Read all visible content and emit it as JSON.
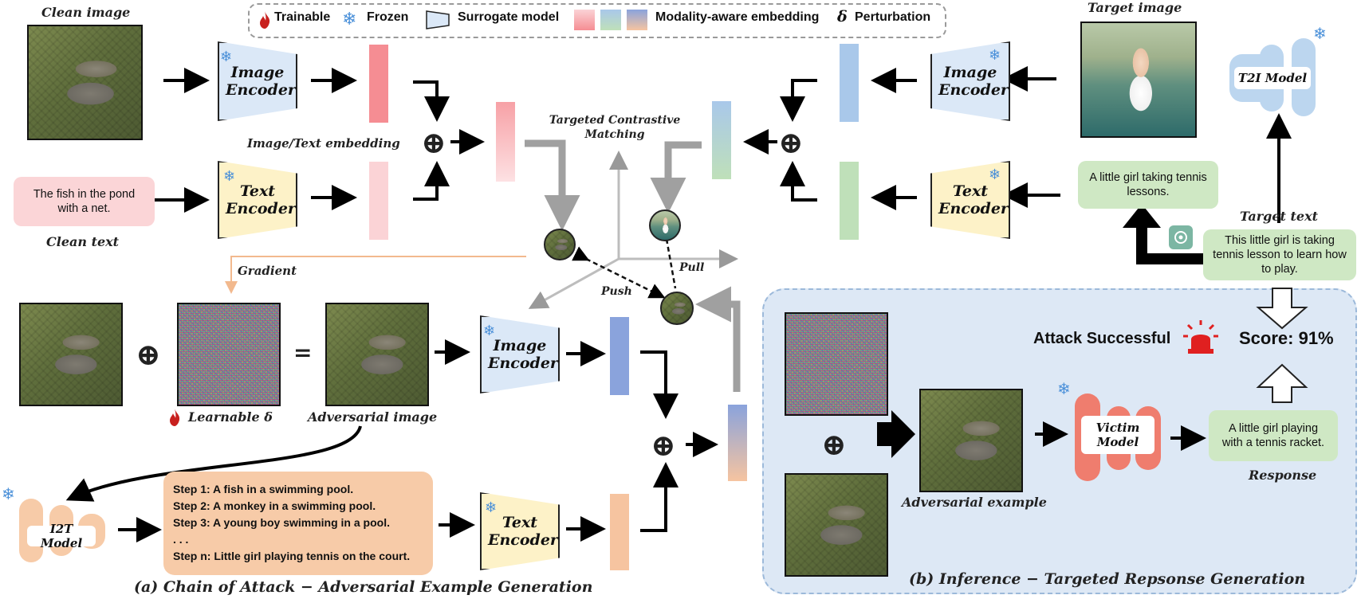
{
  "legend": {
    "trainable": "Trainable",
    "frozen": "Frozen",
    "surrogate": "Surrogate model",
    "modality": "Modality-aware embedding",
    "delta_symbol": "δ",
    "perturbation": "Perturbation"
  },
  "labels": {
    "clean_image": "Clean image",
    "clean_text": "Clean text",
    "target_image": "Target image",
    "target_text": "Target text",
    "embedding": "Image/Text  embedding",
    "contrastive": "Targeted Contrastive Matching",
    "gradient": "Gradient",
    "push": "Push",
    "pull": "Pull",
    "learnable": "Learnable δ",
    "adversarial_image": "Adversarial image",
    "adversarial_example": "Adversarial example",
    "response": "Response",
    "caption_a": "(a) Chain of Attack − Adversarial Example Generation",
    "caption_b": "(b) Inference − Targeted Repsonse Generation",
    "attack_successful": "Attack Successful",
    "score": "Score: 91%",
    "oplus": "⊕",
    "equals": "="
  },
  "encoders": {
    "image": "Image Encoder",
    "text": "Text Encoder"
  },
  "models": {
    "t2i": "T2I Model",
    "i2t": "I2T Model",
    "victim": "Victim Model"
  },
  "texts": {
    "clean_text": "The fish in the pond with a net.",
    "target_text_short": "A little girl taking tennis lessons.",
    "target_text_long": "This little girl is taking tennis lesson to learn how to play.",
    "response": "A little girl playing with a tennis racket.",
    "steps": [
      "Step 1: A fish in a swimming pool.",
      "Step 2: A monkey in a swimming pool.",
      "Step 3: A young boy swimming in a pool.",
      ". . .",
      "Step n: Little girl playing tennis on the court."
    ]
  },
  "icons": {
    "trainable": "flame-icon",
    "frozen": "snowflake-icon",
    "alert": "siren-icon",
    "llm": "openai-icon"
  },
  "colors": {
    "image_encoder": "#dbe8f7",
    "text_encoder": "#fdf2c8",
    "clean_embed": "#f58d93",
    "clean_text_embed": "#fbd3d6",
    "target_img_embed": "#a9c8ea",
    "target_txt_embed": "#bfe0b9",
    "adv_img_embed": "#8aa3dc",
    "adv_txt_embed": "#f6c4a0",
    "inference_panel": "#dde8f5",
    "green_box": "#cfe8c4",
    "pink_box": "#fbd5d7",
    "orange_box": "#f7cba8",
    "victim_model": "#ef7d6e",
    "t2i_model": "#bcd6ef"
  }
}
